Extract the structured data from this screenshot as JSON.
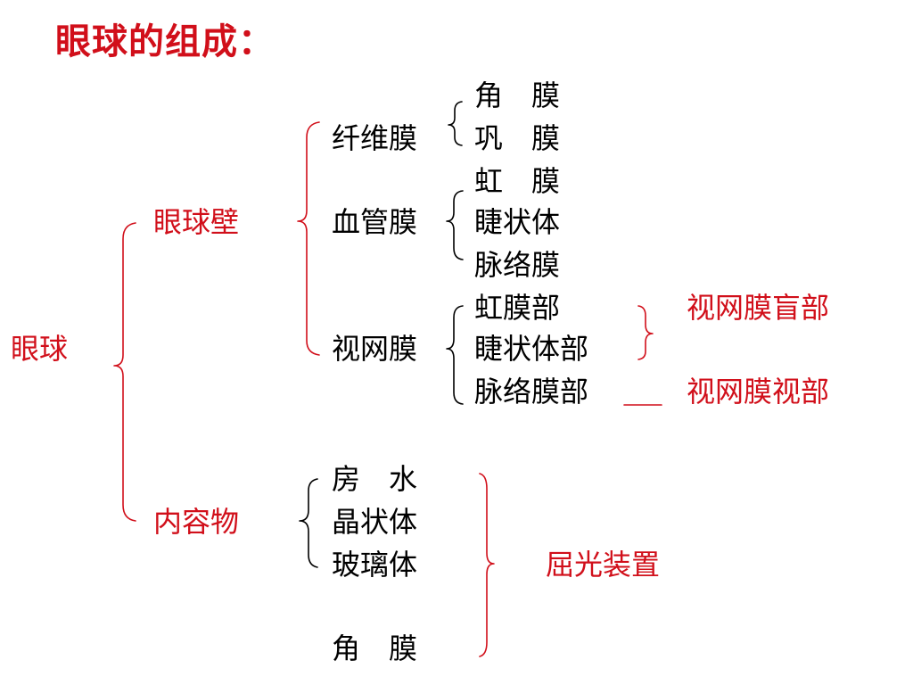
{
  "title": "眼球的组成：",
  "root": "眼球",
  "wall": {
    "label": "眼球壁",
    "fibrous": {
      "label": "纤维膜",
      "items": [
        "角　膜",
        "巩　膜"
      ]
    },
    "vascular": {
      "label": "血管膜",
      "items": [
        "虹　膜",
        "睫状体",
        "脉络膜"
      ]
    },
    "retina": {
      "label": "视网膜",
      "items": [
        "虹膜部",
        "睫状体部",
        "脉络膜部"
      ],
      "blind_part": "视网膜盲部",
      "optic_part": "视网膜视部"
    }
  },
  "contents": {
    "label": "内容物",
    "items": [
      "房　水",
      "晶状体",
      "玻璃体",
      "角　膜"
    ],
    "group": "屈光装置"
  },
  "colors": {
    "accent": "#d10f1a",
    "text": "#000000"
  }
}
